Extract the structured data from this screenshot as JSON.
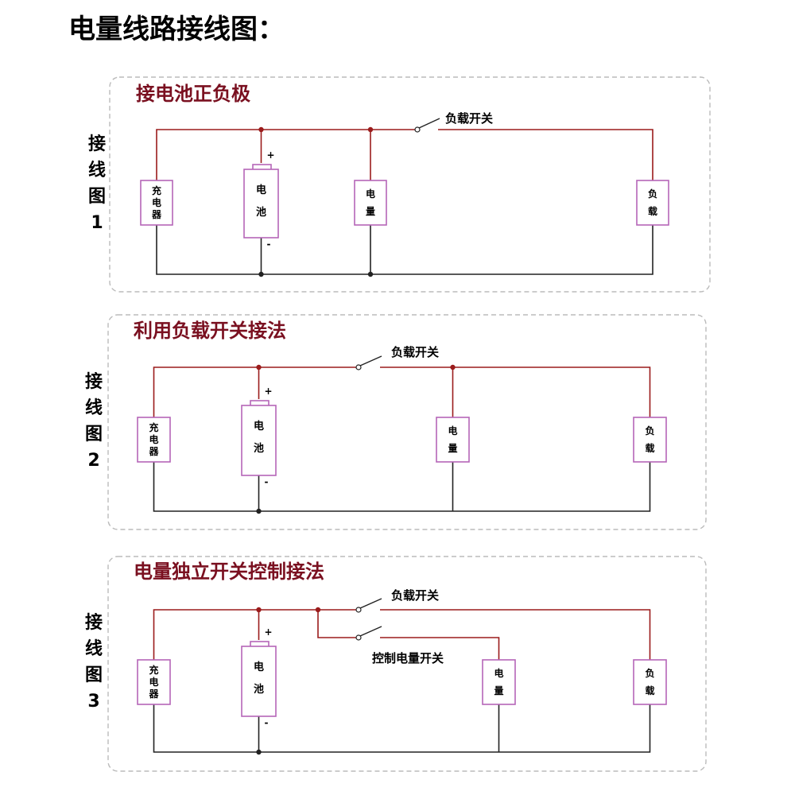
{
  "page": {
    "title": "电量线路接线图："
  },
  "colors": {
    "wire": "#9b1c1c",
    "ground_wire": "#222222",
    "component_border": "#b565b8",
    "panel_border": "#bbbbbb",
    "heading": "#7a1020",
    "text": "#000000"
  },
  "diagrams": [
    {
      "heading": "接电池正负极",
      "side_label": [
        "接",
        "线",
        "图",
        "1"
      ],
      "components": {
        "charger": "充电器",
        "battery": "电池",
        "meter": "电量",
        "load": "负载"
      },
      "battery_plus": "+",
      "battery_minus": "-",
      "switches": [
        {
          "label": "负载开关"
        }
      ]
    },
    {
      "heading": "利用负载开关接法",
      "side_label": [
        "接",
        "线",
        "图",
        "2"
      ],
      "components": {
        "charger": "充电器",
        "battery": "电池",
        "meter": "电量",
        "load": "负载"
      },
      "battery_plus": "+",
      "battery_minus": "-",
      "switches": [
        {
          "label": "负载开关"
        }
      ]
    },
    {
      "heading": "电量独立开关控制接法",
      "side_label": [
        "接",
        "线",
        "图",
        "3"
      ],
      "components": {
        "charger": "充电器",
        "battery": "电池",
        "meter": "电量",
        "load": "负载"
      },
      "battery_plus": "+",
      "battery_minus": "-",
      "switches": [
        {
          "label": "负载开关"
        },
        {
          "label": "控制电量开关"
        }
      ]
    }
  ]
}
